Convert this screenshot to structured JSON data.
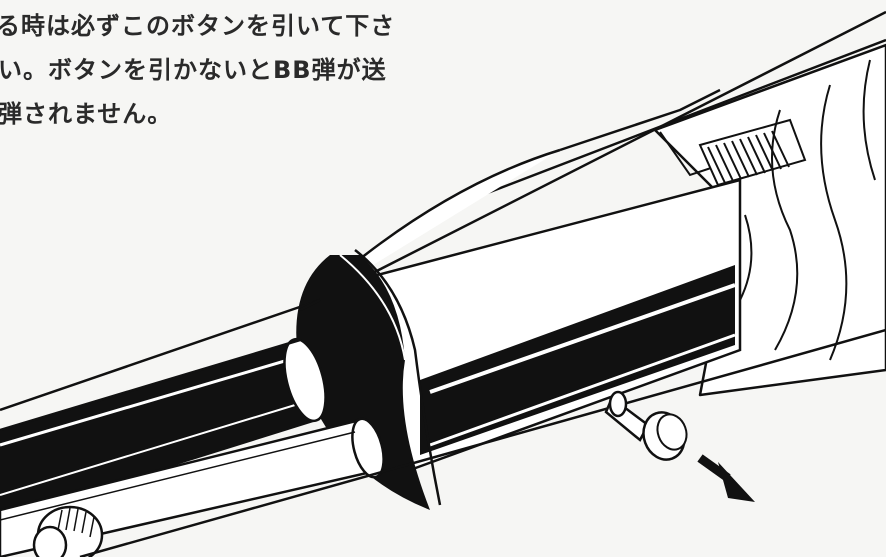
{
  "caption": {
    "lines": [
      "る時は必ずこのボタンを引いて下さ",
      "い。ボタンを引かないとBB弾が送",
      "弾されません。"
    ]
  },
  "colors": {
    "background": "#f6f6f4",
    "ink": "#111111",
    "paper": "#ffffff"
  },
  "icons": {
    "pull_direction": "arrow-down-right-icon"
  }
}
